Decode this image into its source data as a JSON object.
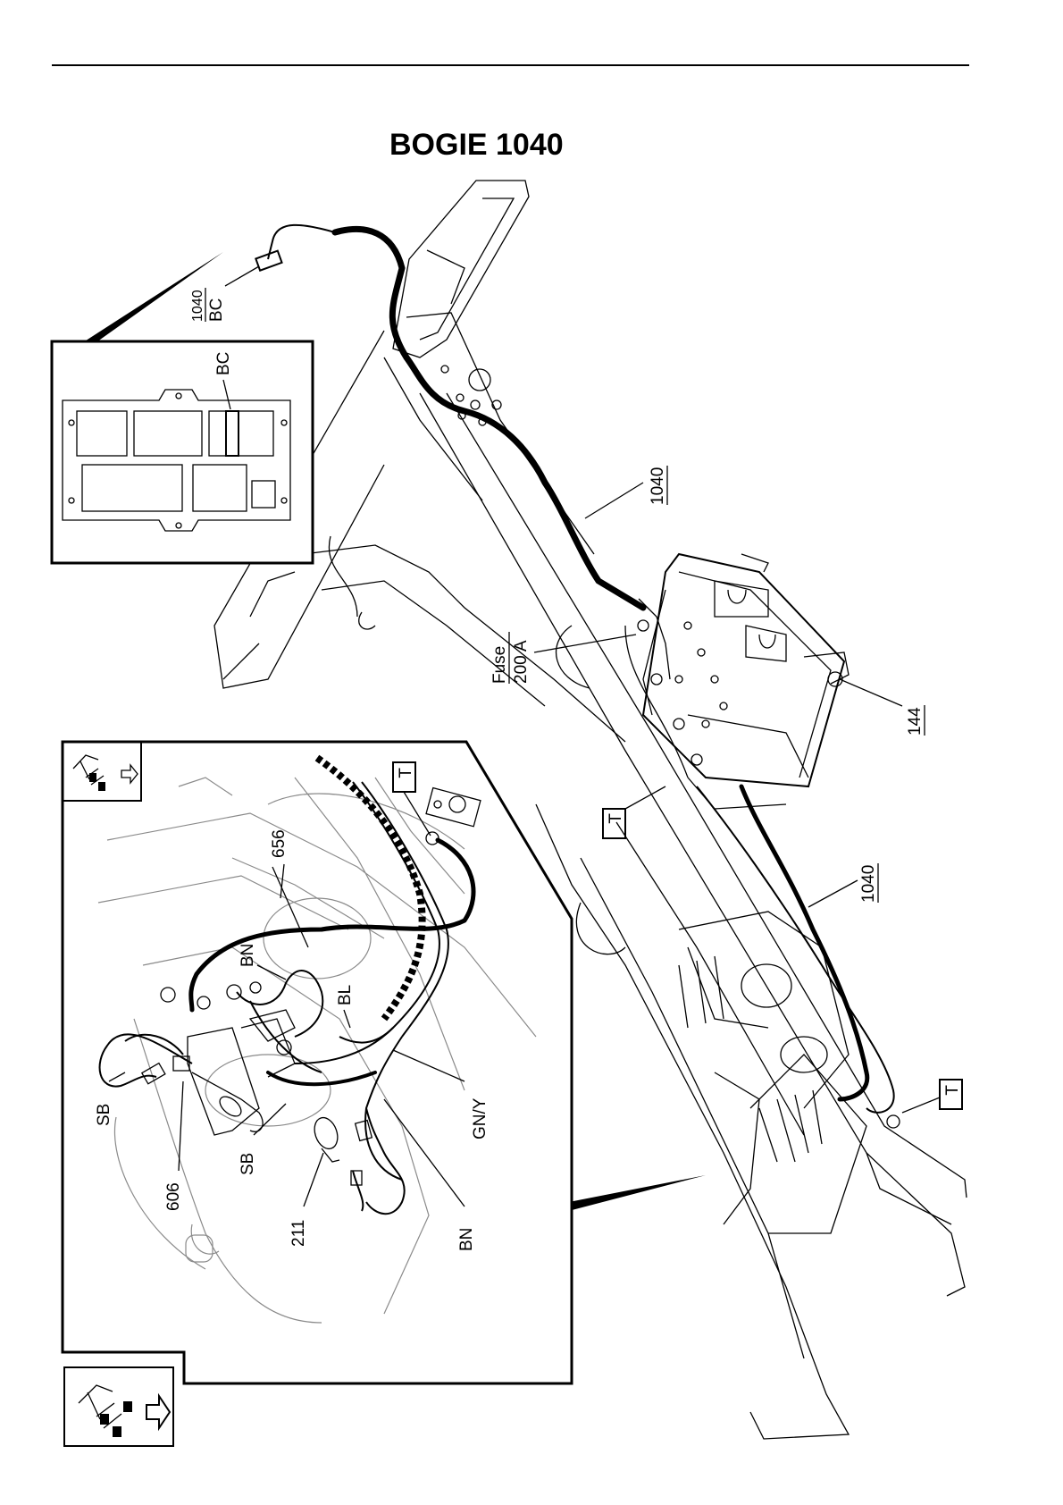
{
  "title": "BOGIE  1040",
  "labels": {
    "harness_top": "1040",
    "connector_bc_top": "1040",
    "connector_bc_bottom": "BC",
    "inset_bc": "BC",
    "harness_mid": "1040",
    "fuse_line1": "Fuse",
    "fuse_line2": "200 A",
    "battery_ref": "144",
    "ground_t1": "T",
    "harness_lower": "1040",
    "ground_t2": "T",
    "inset_ground_t": "T",
    "inset_656": "656",
    "inset_bn_top": "BN",
    "inset_bl": "BL",
    "inset_gny": "GN/Y",
    "inset_sb_left": "SB",
    "inset_sb_mid": "SB",
    "inset_606": "606",
    "inset_211": "211",
    "inset_bn_bottom": "BN"
  },
  "icons": [
    "direction-arrow-icon",
    "direction-arrow-icon"
  ]
}
